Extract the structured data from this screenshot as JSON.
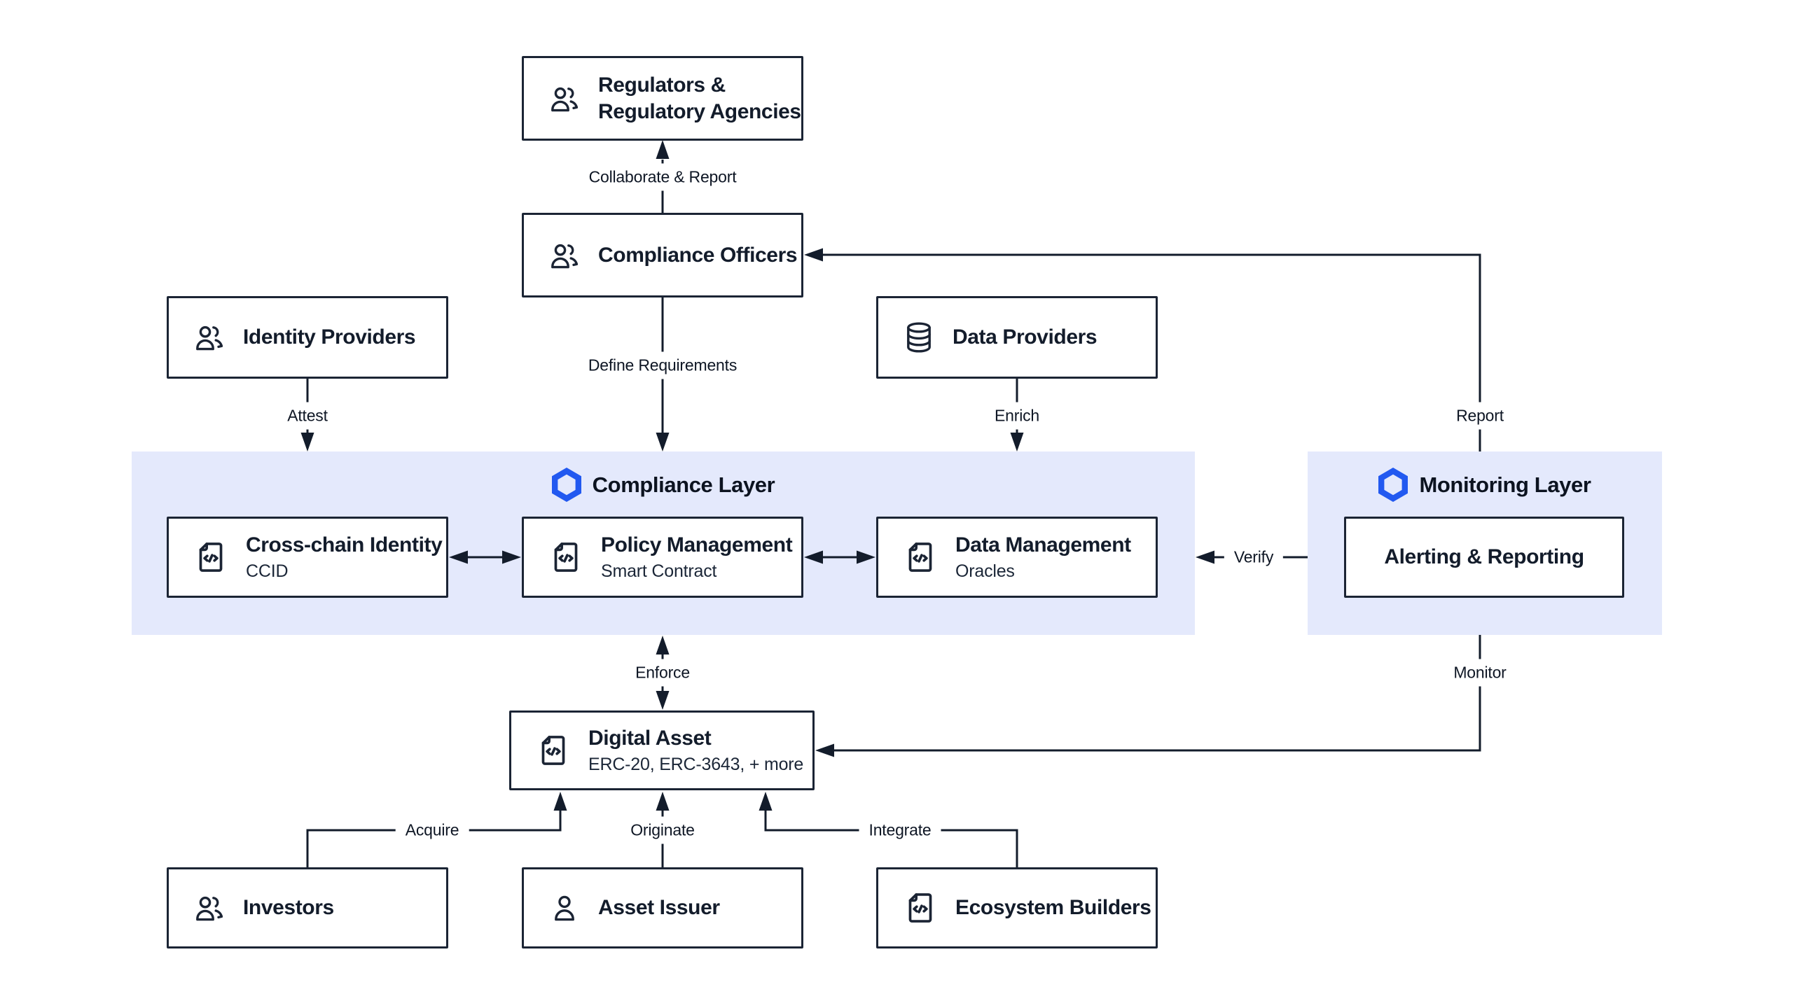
{
  "diagram": {
    "layers": {
      "compliance": {
        "title": "Compliance Layer",
        "icon": "chainlink-hexagon-icon"
      },
      "monitoring": {
        "title": "Monitoring Layer",
        "icon": "chainlink-hexagon-icon"
      }
    },
    "nodes": {
      "regulators": {
        "title": "Regulators & Regulatory Agencies",
        "icon": "users-icon"
      },
      "compliance_officers": {
        "title": "Compliance Officers",
        "icon": "users-icon"
      },
      "identity_providers": {
        "title": "Identity Providers",
        "icon": "users-icon"
      },
      "data_providers": {
        "title": "Data Providers",
        "icon": "database-icon"
      },
      "cross_chain_identity": {
        "title": "Cross-chain Identity",
        "subtitle": "CCID",
        "icon": "file-code-icon"
      },
      "policy_management": {
        "title": "Policy Management",
        "subtitle": "Smart Contract",
        "icon": "file-code-icon"
      },
      "data_management": {
        "title": "Data Management",
        "subtitle": "Oracles",
        "icon": "file-code-icon"
      },
      "alerting_reporting": {
        "title": "Alerting & Reporting"
      },
      "digital_asset": {
        "title": "Digital Asset",
        "subtitle": "ERC-20, ERC-3643, + more",
        "icon": "file-code-icon"
      },
      "investors": {
        "title": "Investors",
        "icon": "users-icon"
      },
      "asset_issuer": {
        "title": "Asset Issuer",
        "icon": "user-icon"
      },
      "ecosystem_builders": {
        "title": "Ecosystem Builders",
        "icon": "file-code-icon"
      }
    },
    "edge_labels": {
      "collaborate_report": "Collaborate & Report",
      "define_requirements": "Define Requirements",
      "attest": "Attest",
      "enrich": "Enrich",
      "report": "Report",
      "verify": "Verify",
      "enforce": "Enforce",
      "monitor": "Monitor",
      "acquire": "Acquire",
      "originate": "Originate",
      "integrate": "Integrate"
    },
    "colors": {
      "accent_blue": "#2259f0",
      "band_background": "#e4e9fc",
      "ink": "#131c2b"
    }
  }
}
